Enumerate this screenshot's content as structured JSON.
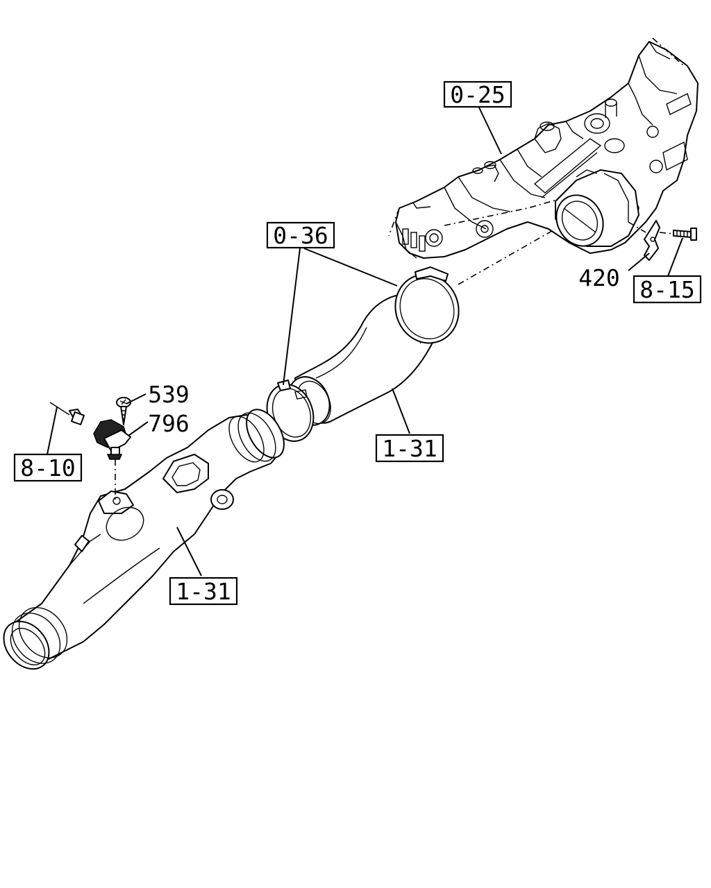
{
  "callouts": {
    "manifold": "0-25",
    "clamp": "0-36",
    "bracket_bolt": "8-15",
    "bracket": "420",
    "duct_upper": "1-31",
    "duct_lower": "1-31",
    "screw": "539",
    "sensor": "796",
    "harness": "8-10"
  }
}
